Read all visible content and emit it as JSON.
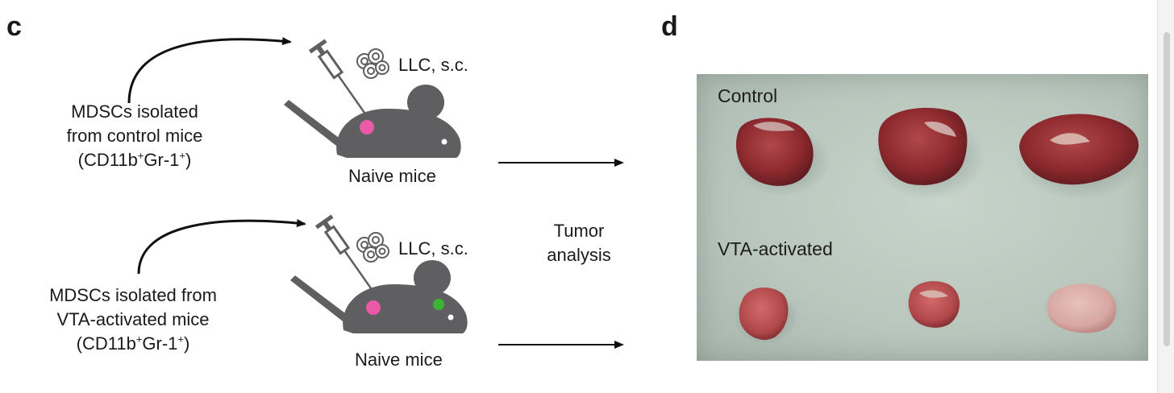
{
  "panels": {
    "c": {
      "letter": "c",
      "row1": {
        "source_line1": "MDSCs isolated",
        "source_line2": "from control mice",
        "marker_base": "CD11b",
        "marker_sup1": "+",
        "marker_mid": "Gr-1",
        "marker_sup2": "+",
        "injection": "LLC, s.c.",
        "recipient": "Naive mice"
      },
      "row2": {
        "source_line1": "MDSCs isolated from",
        "source_line2": "VTA-activated mice",
        "marker_base": "CD11b",
        "marker_sup1": "+",
        "marker_mid": "Gr-1",
        "marker_sup2": "+",
        "injection": "LLC, s.c.",
        "recipient": "Naive mice"
      },
      "outcome_line1": "Tumor",
      "outcome_line2": "analysis"
    },
    "d": {
      "letter": "d",
      "group1_label": "Control",
      "group2_label": "VTA-activated"
    }
  },
  "colors": {
    "mouse": "#5f5f61",
    "tumor_dot": "#ea5aa8",
    "green_dot": "#3bb534",
    "arrow": "#111111",
    "tumor_tissue": "#8e2a2f",
    "tumor_tissue_light": "#d7a7a2"
  },
  "icons": [
    "syringe-icon",
    "cells-icon",
    "mouse-icon",
    "arrow-icon"
  ]
}
